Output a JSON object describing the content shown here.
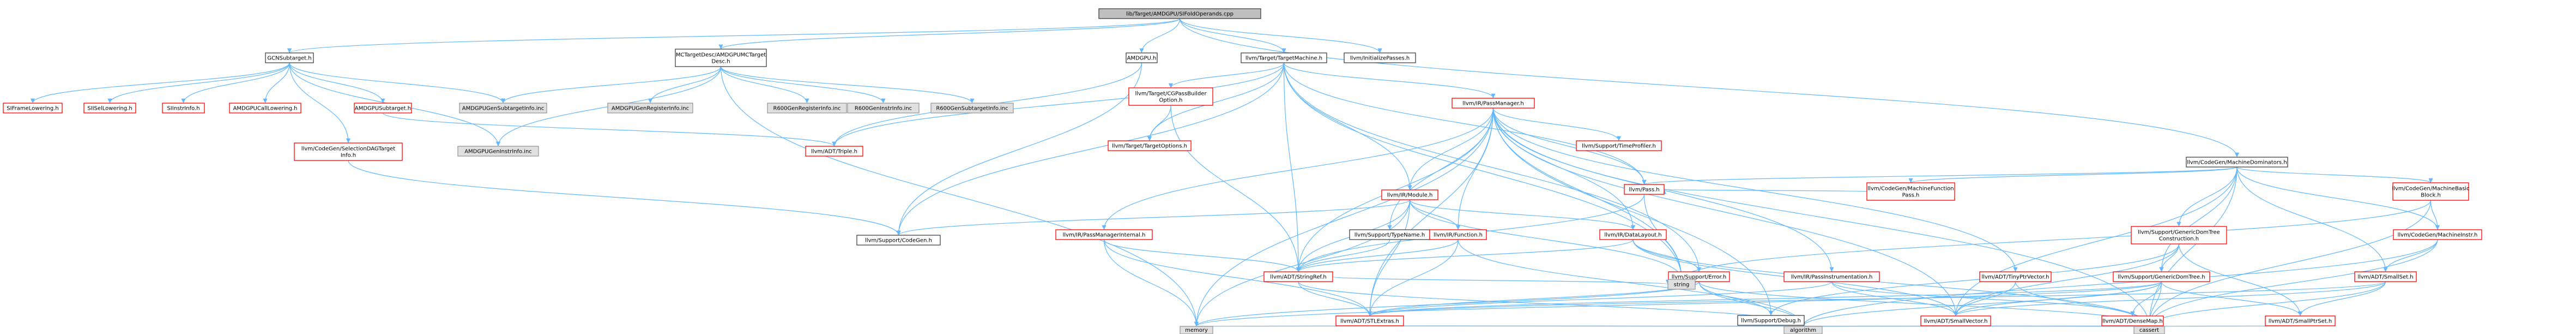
{
  "colors": {
    "root_fill": "#bfbfbf",
    "documented_fill": "#ffffff",
    "documented_border": "#404040",
    "missing_fill": "#ffffff",
    "missing_border": "#ff0000",
    "system_fill": "#e0e0e0",
    "system_border": "#999999",
    "edge": "#63b8ff"
  },
  "nodes": [
    {
      "id": "root",
      "label": "lib/Target/AMDGPU/SIFoldOperands.cpp",
      "kind": "root"
    },
    {
      "id": "gcn",
      "label": "GCNSubtarget.h",
      "kind": "documented"
    },
    {
      "id": "mctd",
      "label": "MCTargetDesc/AMDGPUMCTarget|Desc.h",
      "kind": "documented"
    },
    {
      "id": "amdgpu",
      "label": "AMDGPU.h",
      "kind": "documented"
    },
    {
      "id": "ltm",
      "label": "llvm/Target/TargetMachine.h",
      "kind": "documented"
    },
    {
      "id": "lip",
      "label": "llvm/InitializePasses.h",
      "kind": "documented"
    },
    {
      "id": "cmd",
      "label": "llvm/CodeGen/MachineDominators.h",
      "kind": "documented"
    },
    {
      "id": "sifl",
      "label": "SIFrameLowering.h",
      "kind": "missing"
    },
    {
      "id": "sisl",
      "label": "SIISelLowering.h",
      "kind": "missing"
    },
    {
      "id": "siii",
      "label": "SIInstrInfo.h",
      "kind": "missing"
    },
    {
      "id": "amdcl",
      "label": "AMDGPUCallLowering.h",
      "kind": "missing"
    },
    {
      "id": "amdst",
      "label": "AMDGPUSubtarget.h",
      "kind": "missing"
    },
    {
      "id": "gsi",
      "label": "AMDGPUGenSubtargetInfo.inc",
      "kind": "system"
    },
    {
      "id": "gri",
      "label": "AMDGPUGenRegisterInfo.inc",
      "kind": "system"
    },
    {
      "id": "rgri",
      "label": "R600GenRegisterInfo.inc",
      "kind": "system"
    },
    {
      "id": "rgii",
      "label": "R600GenInstrInfo.inc",
      "kind": "system"
    },
    {
      "id": "rgsi",
      "label": "R600GenSubtargetInfo.inc",
      "kind": "system"
    },
    {
      "id": "cgsdt",
      "label": "llvm/CodeGen/SelectionDAGTarget|Info.h",
      "kind": "missing"
    },
    {
      "id": "agii",
      "label": "AMDGPUGenInstrInfo.inc",
      "kind": "system"
    },
    {
      "id": "triple",
      "label": "llvm/ADT/Triple.h",
      "kind": "missing"
    },
    {
      "id": "lcgo",
      "label": "llvm/Target/CGPassBuilder|Option.h",
      "kind": "missing"
    },
    {
      "id": "lto",
      "label": "llvm/Target/TargetOptions.h",
      "kind": "missing"
    },
    {
      "id": "lpm",
      "label": "llvm/IR/PassManager.h",
      "kind": "missing"
    },
    {
      "id": "irmod",
      "label": "llvm/IR/Module.h",
      "kind": "missing"
    },
    {
      "id": "tpro",
      "label": "llvm/Support/TimeProfiler.h",
      "kind": "missing"
    },
    {
      "id": "cgmfp",
      "label": "llvm/CodeGen/MachineFunction|Pass.h",
      "kind": "missing"
    },
    {
      "id": "pass",
      "label": "llvm/Pass.h",
      "kind": "missing"
    },
    {
      "id": "cgmbb",
      "label": "llvm/CodeGen/MachineBasic|Block.h",
      "kind": "missing"
    },
    {
      "id": "sgdtc",
      "label": "llvm/Support/GenericDomTree|Construction.h",
      "kind": "missing"
    },
    {
      "id": "cgmi",
      "label": "llvm/CodeGen/MachineInstr.h",
      "kind": "missing"
    },
    {
      "id": "pmi",
      "label": "llvm/IR/PassManagerInternal.h",
      "kind": "missing"
    },
    {
      "id": "stn",
      "label": "llvm/Support/TypeName.h",
      "kind": "documented"
    },
    {
      "id": "irfun",
      "label": "llvm/IR/Function.h",
      "kind": "missing"
    },
    {
      "id": "irdl",
      "label": "llvm/IR/DataLayout.h",
      "kind": "missing"
    },
    {
      "id": "cgen",
      "label": "llvm/Support/CodeGen.h",
      "kind": "documented"
    },
    {
      "id": "serr",
      "label": "llvm/Support/Error.h",
      "kind": "missing"
    },
    {
      "id": "adtsr",
      "label": "llvm/ADT/StringRef.h",
      "kind": "missing"
    },
    {
      "id": "string",
      "label": "string",
      "kind": "system"
    },
    {
      "id": "irpi",
      "label": "llvm/IR/PassInstrumentation.h",
      "kind": "missing"
    },
    {
      "id": "tpv",
      "label": "llvm/ADT/TinyPtrVector.h",
      "kind": "missing"
    },
    {
      "id": "sgdt",
      "label": "llvm/Support/GenericDomTree.h",
      "kind": "missing"
    },
    {
      "id": "adtss",
      "label": "llvm/ADT/SmallSet.h",
      "kind": "missing"
    },
    {
      "id": "stle",
      "label": "llvm/ADT/STLExtras.h",
      "kind": "missing"
    },
    {
      "id": "sdbg",
      "label": "llvm/Support/Debug.h",
      "kind": "documented"
    },
    {
      "id": "adtsv",
      "label": "llvm/ADT/SmallVector.h",
      "kind": "missing"
    },
    {
      "id": "adtdm",
      "label": "llvm/ADT/DenseMap.h",
      "kind": "missing"
    },
    {
      "id": "adtsps",
      "label": "llvm/ADT/SmallPtrSet.h",
      "kind": "missing"
    },
    {
      "id": "memory",
      "label": "memory",
      "kind": "system"
    },
    {
      "id": "algorithm",
      "label": "algorithm",
      "kind": "system"
    },
    {
      "id": "cassert",
      "label": "cassert",
      "kind": "system"
    }
  ],
  "edges": [
    [
      "root",
      "gcn"
    ],
    [
      "root",
      "mctd"
    ],
    [
      "root",
      "amdgpu"
    ],
    [
      "root",
      "ltm"
    ],
    [
      "root",
      "lip"
    ],
    [
      "root",
      "cmd"
    ],
    [
      "gcn",
      "sifl"
    ],
    [
      "gcn",
      "sisl"
    ],
    [
      "gcn",
      "siii"
    ],
    [
      "gcn",
      "amdcl"
    ],
    [
      "gcn",
      "amdst"
    ],
    [
      "gcn",
      "gsi"
    ],
    [
      "gcn",
      "cgsdt"
    ],
    [
      "gcn",
      "agii"
    ],
    [
      "mctd",
      "gsi"
    ],
    [
      "mctd",
      "gri"
    ],
    [
      "mctd",
      "rgri"
    ],
    [
      "mctd",
      "rgii"
    ],
    [
      "mctd",
      "rgsi"
    ],
    [
      "mctd",
      "agii"
    ],
    [
      "mctd",
      "memory"
    ],
    [
      "amdgpu",
      "cgen"
    ],
    [
      "amdgpu",
      "triple"
    ],
    [
      "ltm",
      "lcgo"
    ],
    [
      "ltm",
      "lto"
    ],
    [
      "ltm",
      "lpm"
    ],
    [
      "ltm",
      "irmod"
    ],
    [
      "ltm",
      "pass"
    ],
    [
      "ltm",
      "cgen"
    ],
    [
      "ltm",
      "adtsr"
    ],
    [
      "ltm",
      "serr"
    ],
    [
      "ltm",
      "string"
    ],
    [
      "ltm",
      "triple"
    ],
    [
      "amdst",
      "triple"
    ],
    [
      "cgsdt",
      "cgen"
    ],
    [
      "lcgo",
      "lto"
    ],
    [
      "lcgo",
      "adtsr"
    ],
    [
      "lpm",
      "irmod"
    ],
    [
      "lpm",
      "tpro"
    ],
    [
      "lpm",
      "pass"
    ],
    [
      "lpm",
      "pmi"
    ],
    [
      "lpm",
      "stn"
    ],
    [
      "lpm",
      "irfun"
    ],
    [
      "lpm",
      "irdl"
    ],
    [
      "lpm",
      "irpi"
    ],
    [
      "lpm",
      "tpv"
    ],
    [
      "lpm",
      "stle"
    ],
    [
      "lpm",
      "sdbg"
    ],
    [
      "lpm",
      "adtsv"
    ],
    [
      "lpm",
      "adtsr"
    ],
    [
      "lpm",
      "memory"
    ],
    [
      "lpm",
      "string"
    ],
    [
      "lpm",
      "cassert"
    ],
    [
      "irmod",
      "irfun"
    ],
    [
      "irmod",
      "irdl"
    ],
    [
      "irmod",
      "cgen"
    ],
    [
      "irmod",
      "adtsr"
    ],
    [
      "irmod",
      "stle"
    ],
    [
      "irmod",
      "memory"
    ],
    [
      "irmod",
      "string"
    ],
    [
      "cmd",
      "cgmfp"
    ],
    [
      "cmd",
      "cgmbb"
    ],
    [
      "cmd",
      "sgdtc"
    ],
    [
      "cmd",
      "cgmi"
    ],
    [
      "cmd",
      "sgdt"
    ],
    [
      "cmd",
      "adtss"
    ],
    [
      "cmd",
      "adtsv"
    ],
    [
      "cmd",
      "cassert"
    ],
    [
      "cmd",
      "pass"
    ],
    [
      "cgmfp",
      "pass"
    ],
    [
      "cgmbb",
      "cgmi"
    ],
    [
      "cgmbb",
      "cassert"
    ],
    [
      "cgmbb",
      "string"
    ],
    [
      "sgdtc",
      "sgdt"
    ],
    [
      "sgdtc",
      "adtsps"
    ],
    [
      "sgdtc",
      "adtsv"
    ],
    [
      "sgdtc",
      "sdbg"
    ],
    [
      "cgmi",
      "adtss"
    ],
    [
      "cgmi",
      "cassert"
    ],
    [
      "cgmi",
      "algorithm"
    ],
    [
      "pmi",
      "adtsr"
    ],
    [
      "pmi",
      "stle"
    ],
    [
      "pmi",
      "memory"
    ],
    [
      "stn",
      "adtsr"
    ],
    [
      "irfun",
      "adtsr"
    ],
    [
      "irfun",
      "stle"
    ],
    [
      "irfun",
      "algorithm"
    ],
    [
      "irdl",
      "adtsr"
    ],
    [
      "irdl",
      "adtsv"
    ],
    [
      "irdl",
      "serr"
    ],
    [
      "irdl",
      "cassert"
    ],
    [
      "pass",
      "adtsr"
    ],
    [
      "pass",
      "string"
    ],
    [
      "serr",
      "stle"
    ],
    [
      "serr",
      "sdbg"
    ],
    [
      "serr",
      "cassert"
    ],
    [
      "serr",
      "memory"
    ],
    [
      "serr",
      "string"
    ],
    [
      "serr",
      "algorithm"
    ],
    [
      "adtsr",
      "stle"
    ],
    [
      "adtsr",
      "string"
    ],
    [
      "adtsr",
      "algorithm"
    ],
    [
      "irpi",
      "adtsv"
    ],
    [
      "irpi",
      "adtdm"
    ],
    [
      "irpi",
      "stle"
    ],
    [
      "tpv",
      "adtsv"
    ],
    [
      "tpv",
      "cassert"
    ],
    [
      "sgdt",
      "adtdm"
    ],
    [
      "sgdt",
      "adtsps"
    ],
    [
      "sgdt",
      "adtsv"
    ],
    [
      "sgdt",
      "stle"
    ],
    [
      "sgdt",
      "memory"
    ],
    [
      "sgdt",
      "cassert"
    ],
    [
      "sgdt",
      "algorithm"
    ],
    [
      "adtss",
      "adtsps"
    ],
    [
      "adtss",
      "adtsv"
    ],
    [
      "adtss",
      "stle"
    ],
    [
      "adtss",
      "cassert"
    ],
    [
      "stle",
      "memory"
    ],
    [
      "stle",
      "cassert"
    ],
    [
      "stle",
      "algorithm"
    ],
    [
      "adtsv",
      "algorithm"
    ],
    [
      "adtsv",
      "cassert"
    ],
    [
      "adtdm",
      "cassert"
    ],
    [
      "adtdm",
      "algorithm"
    ],
    [
      "adtsps",
      "cassert"
    ]
  ]
}
